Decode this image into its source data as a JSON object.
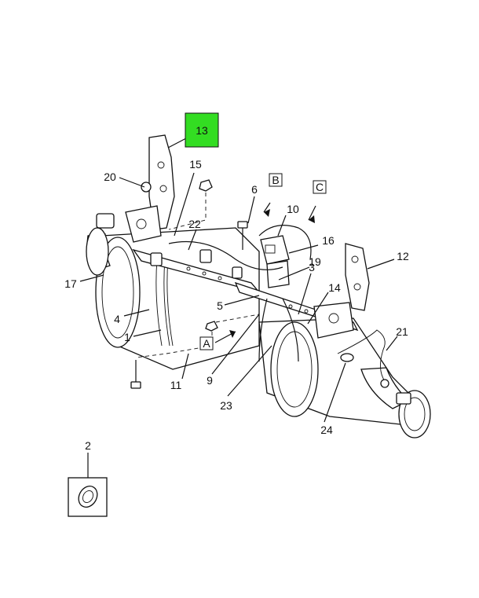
{
  "callouts": {
    "c1": "1",
    "c2": "2",
    "c3": "3",
    "c4": "4",
    "c5": "5",
    "c6": "6",
    "c9": "9",
    "c10": "10",
    "c11": "11",
    "c12": "12",
    "c13": "13",
    "c14": "14",
    "c15": "15",
    "c16": "16",
    "c17": "17",
    "c19": "19",
    "c20": "20",
    "c21": "21",
    "c22": "22",
    "c23": "23",
    "c24": "24"
  },
  "view_labels": {
    "a": "A",
    "b": "B",
    "c": "C"
  },
  "highlight": {
    "part": "13",
    "color": "#33dd22"
  }
}
